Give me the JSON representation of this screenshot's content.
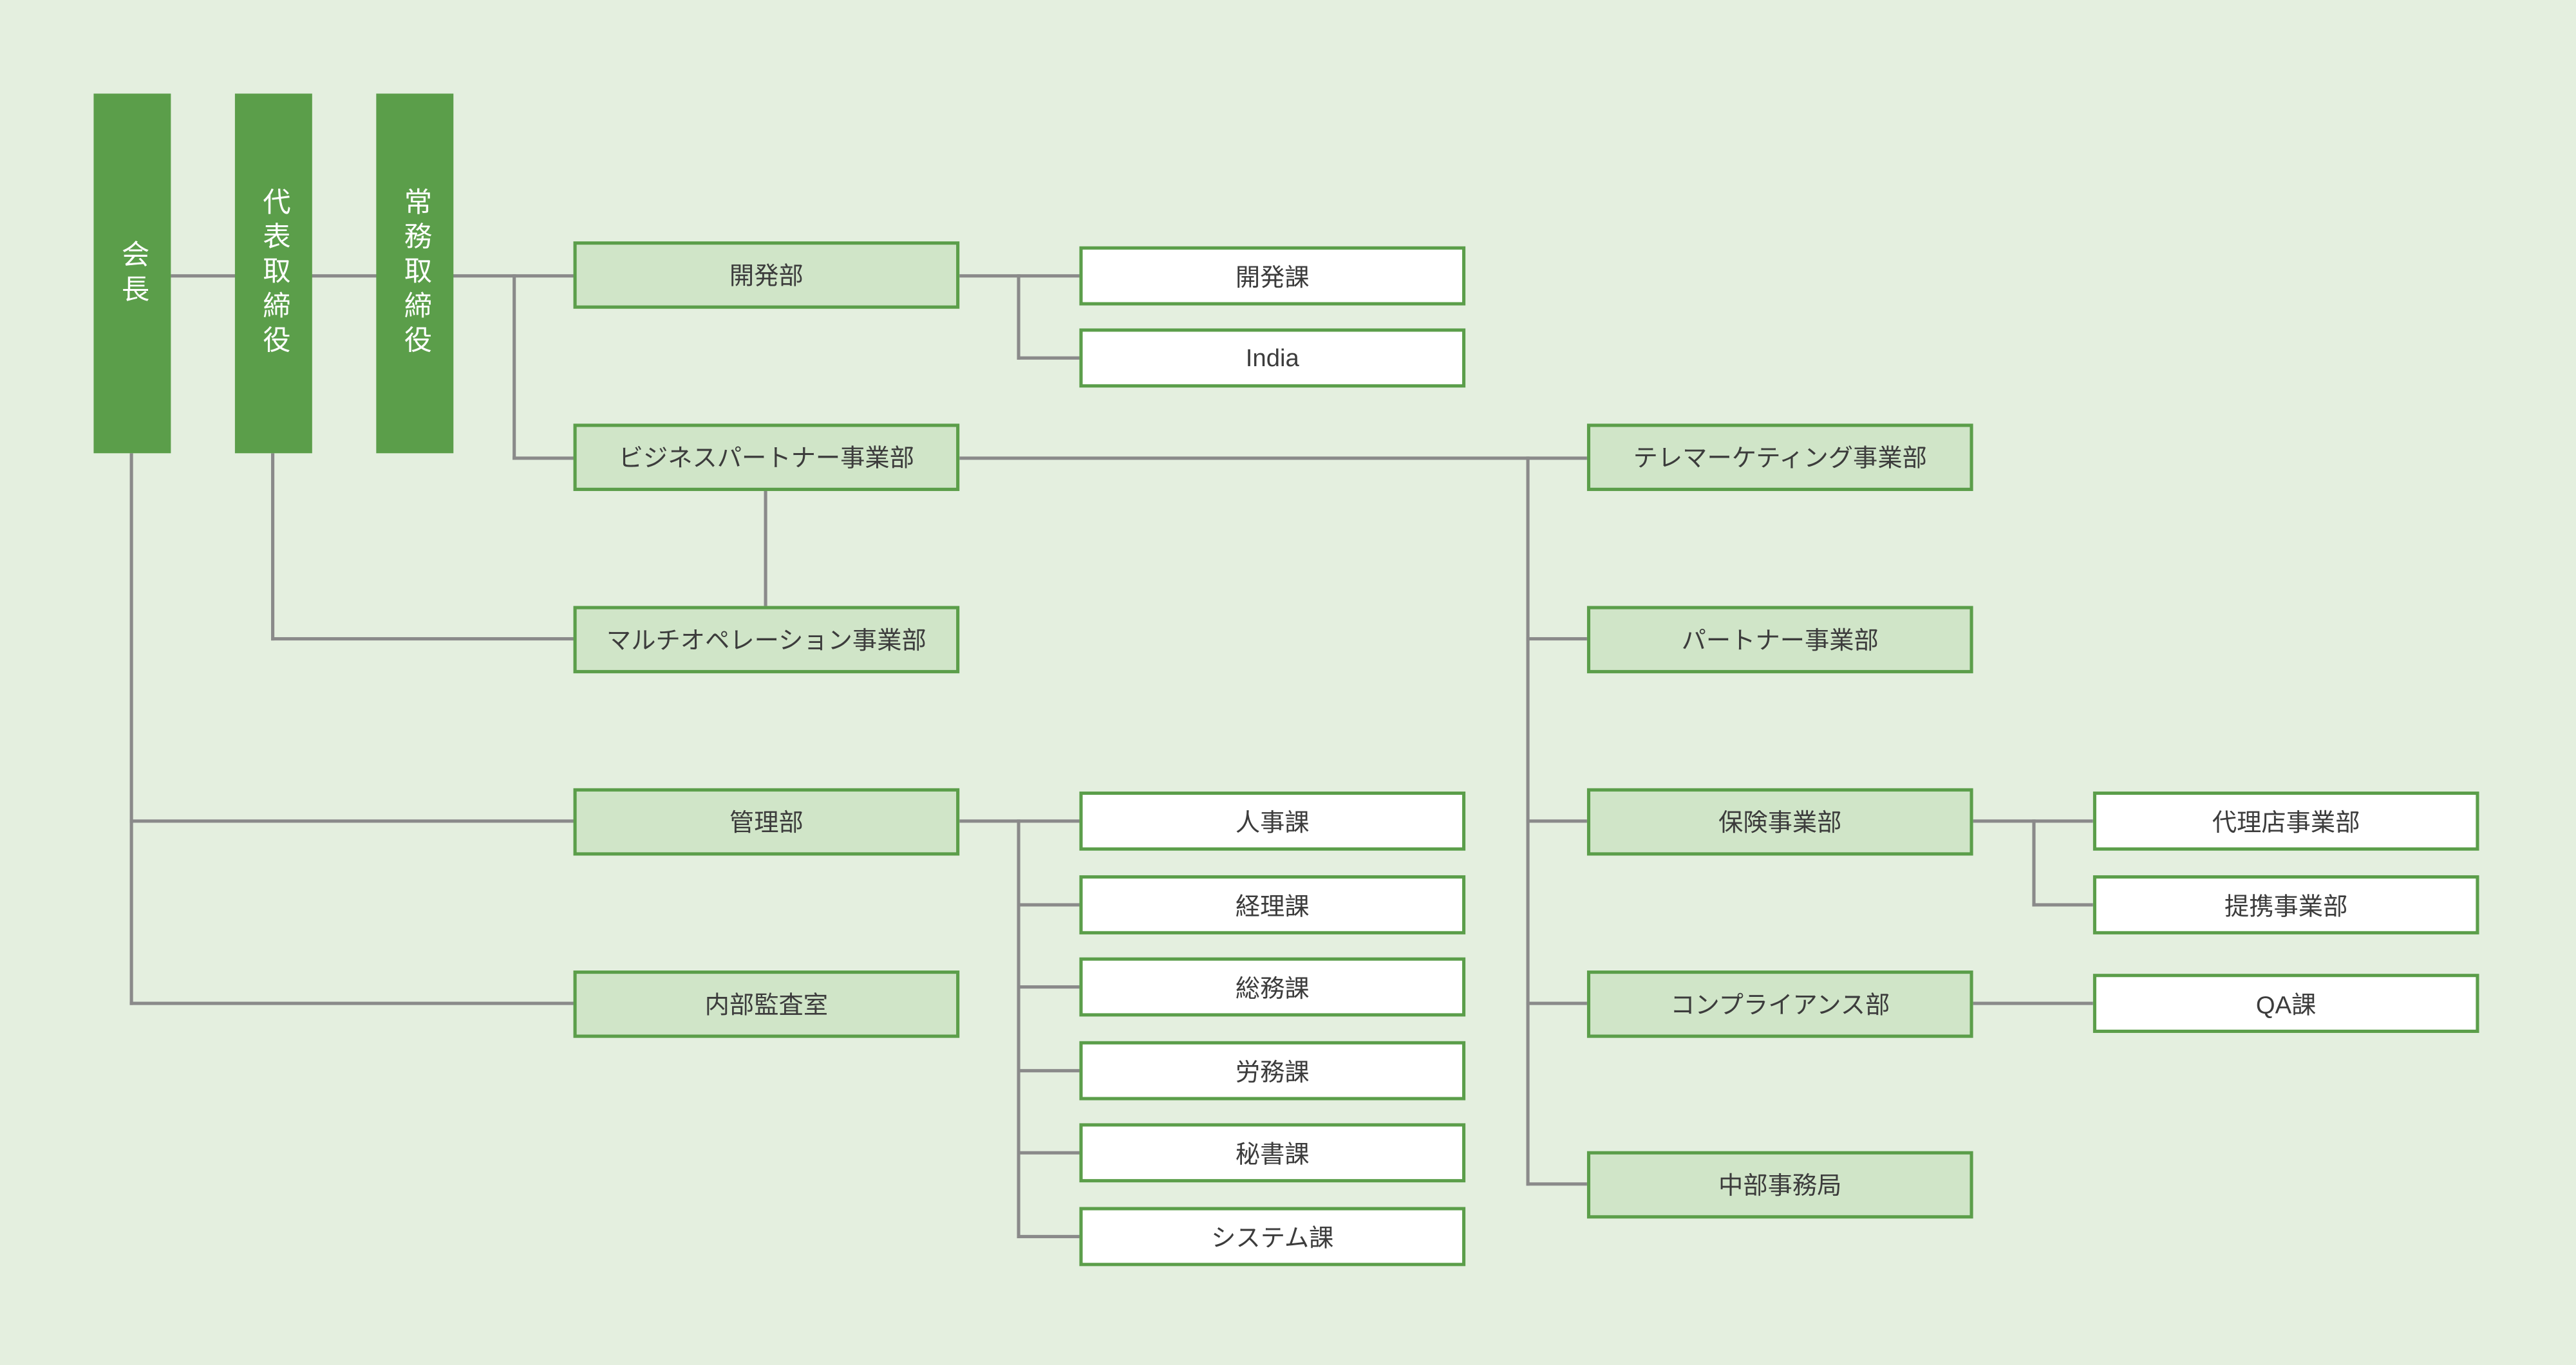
{
  "colors": {
    "background": "#e4efdf",
    "executive_fill": "#5b9e4a",
    "executive_text": "#ffffff",
    "department_fill": "#d0e5c8",
    "section_fill": "#ffffff",
    "box_border": "#5b9e4a",
    "connector": "#8a8a8a",
    "label_text": "#3c3c3c"
  },
  "org": {
    "executives": [
      "会長",
      "代表取締役",
      "常務取締役"
    ],
    "left_departments": [
      "開発部",
      "ビジネスパートナー事業部",
      "マルチオペレーション事業部",
      "管理部",
      "内部監査室"
    ],
    "development_sections": [
      "開発課",
      "India"
    ],
    "admin_sections": [
      "人事課",
      "経理課",
      "総務課",
      "労務課",
      "秘書課",
      "システム課"
    ],
    "right_departments": [
      "テレマーケティング事業部",
      "パートナー事業部",
      "保険事業部",
      "コンプライアンス部",
      "中部事務局"
    ],
    "insurance_sections": [
      "代理店事業部",
      "提携事業部"
    ],
    "compliance_sections": [
      "QA課"
    ]
  }
}
